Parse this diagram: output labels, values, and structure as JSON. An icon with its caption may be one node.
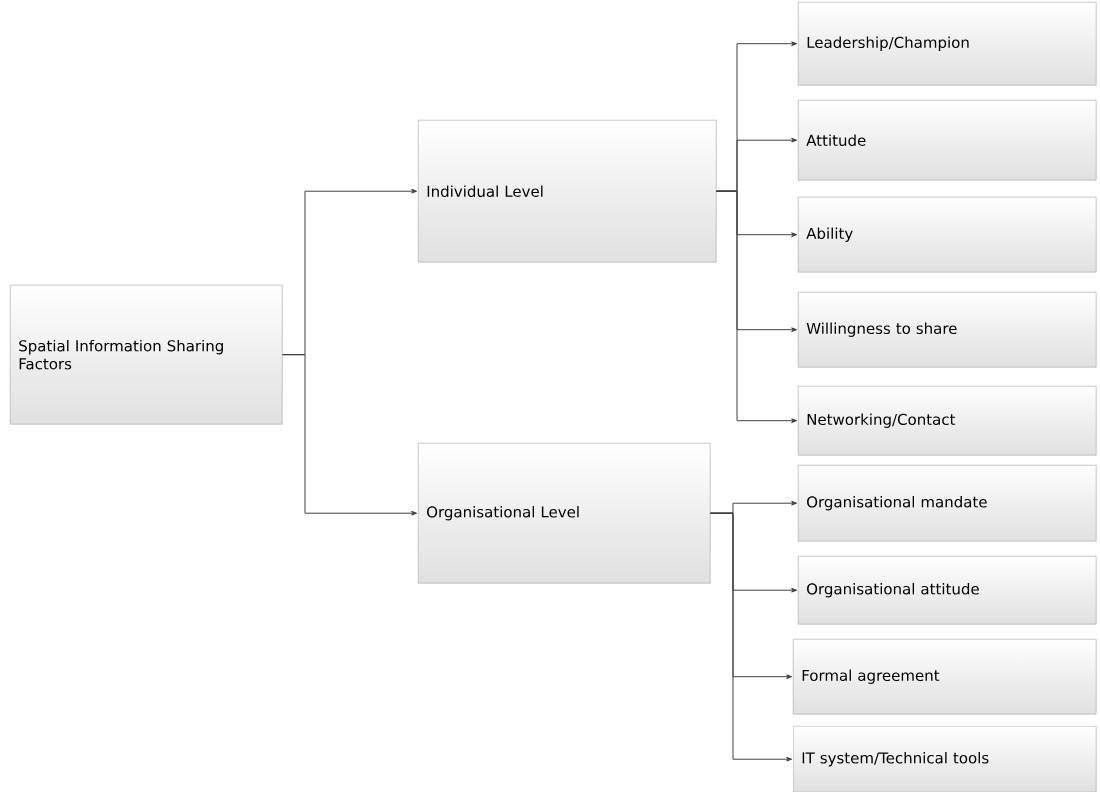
{
  "diagram": {
    "nodes": [
      {
        "text": [
          "Spatial Information Sharing Factors"
        ]
      },
      {
        "text": [
          "Individual Level"
        ]
      },
      {
        "text": [
          "Organisational Level"
        ]
      },
      {
        "text": [
          "Leadership/Champion"
        ]
      },
      {
        "text": [
          "Attitude"
        ]
      },
      {
        "text": [
          "Ability"
        ]
      },
      {
        "text": [
          "Willingness to share"
        ]
      },
      {
        "text": [
          "Networking/Contact"
        ]
      },
      {
        "text": [
          "Organisational mandate"
        ]
      },
      {
        "text": [
          "Organisational attitude"
        ]
      },
      {
        "text": [
          "Formal agreement"
        ]
      },
      {
        "text": [
          "IT system/Technical tools"
        ]
      }
    ],
    "edges": [
      {
        "from": 0,
        "to": 1,
        "arrow": "to"
      },
      {
        "from": 0,
        "to": 2,
        "arrow": "to"
      },
      {
        "from": 1,
        "to": 3,
        "arrow": "to"
      },
      {
        "from": 1,
        "to": 4,
        "arrow": "to"
      },
      {
        "from": 1,
        "to": 5,
        "arrow": "to"
      },
      {
        "from": 1,
        "to": 6,
        "arrow": "to"
      },
      {
        "from": 1,
        "to": 7,
        "arrow": "to"
      },
      {
        "from": 2,
        "to": 8,
        "arrow": "to"
      },
      {
        "from": 2,
        "to": 9,
        "arrow": "to"
      },
      {
        "from": 2,
        "to": 10,
        "arrow": "to"
      },
      {
        "from": 2,
        "to": 11,
        "arrow": "to"
      }
    ]
  }
}
